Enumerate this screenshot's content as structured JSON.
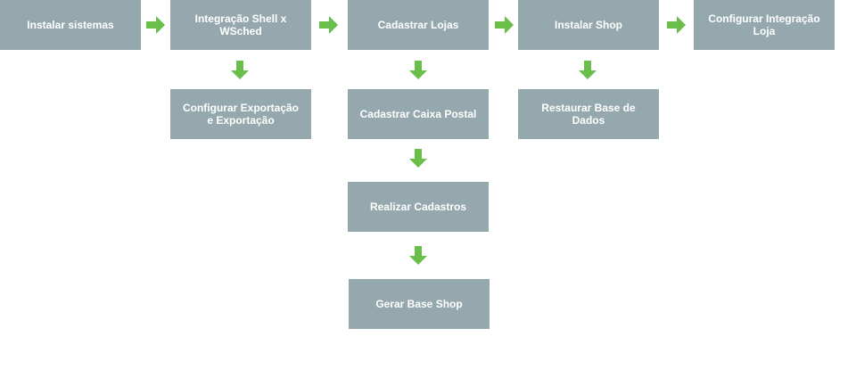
{
  "diagram": {
    "box_color": "#95a8ad",
    "text_color": "#ffffff",
    "arrow_color": "#6abf4b",
    "steps": {
      "instalar_sistemas": "Instalar sistemas",
      "integracao_shell": "Integração Shell x\nWSched",
      "cadastrar_lojas": "Cadastrar Lojas",
      "instalar_shop": "Instalar Shop",
      "configurar_integracao": "Configurar Integração\nLoja",
      "configurar_exportacao": "Configurar Exportação\ne Exportação",
      "cadastrar_caixa_postal": "Cadastrar Caixa Postal",
      "restaurar_base": "Restaurar Base de\nDados",
      "realizar_cadastros": "Realizar Cadastros",
      "gerar_base_shop": "Gerar Base Shop"
    }
  }
}
